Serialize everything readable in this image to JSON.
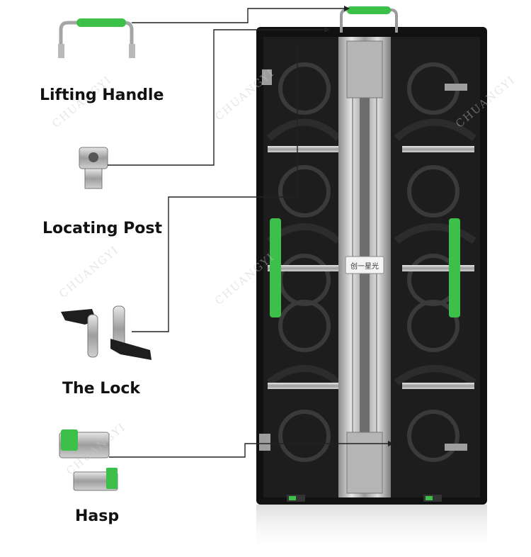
{
  "components": [
    {
      "id": "lifting-handle",
      "label": "Lifting Handle"
    },
    {
      "id": "locating-post",
      "label": "Locating Post"
    },
    {
      "id": "lock",
      "label": "The Lock"
    },
    {
      "id": "hasp",
      "label": "Hasp"
    }
  ],
  "panel": {
    "logo_text": "创一星光"
  },
  "watermark": {
    "text": "CHUANGYI"
  },
  "colors": {
    "accent_green": "#3cc04a",
    "panel_dark": "#151515",
    "panel_mid": "#2a2a2a",
    "silver": "#c9c9c9",
    "leader_line": "#222222"
  }
}
